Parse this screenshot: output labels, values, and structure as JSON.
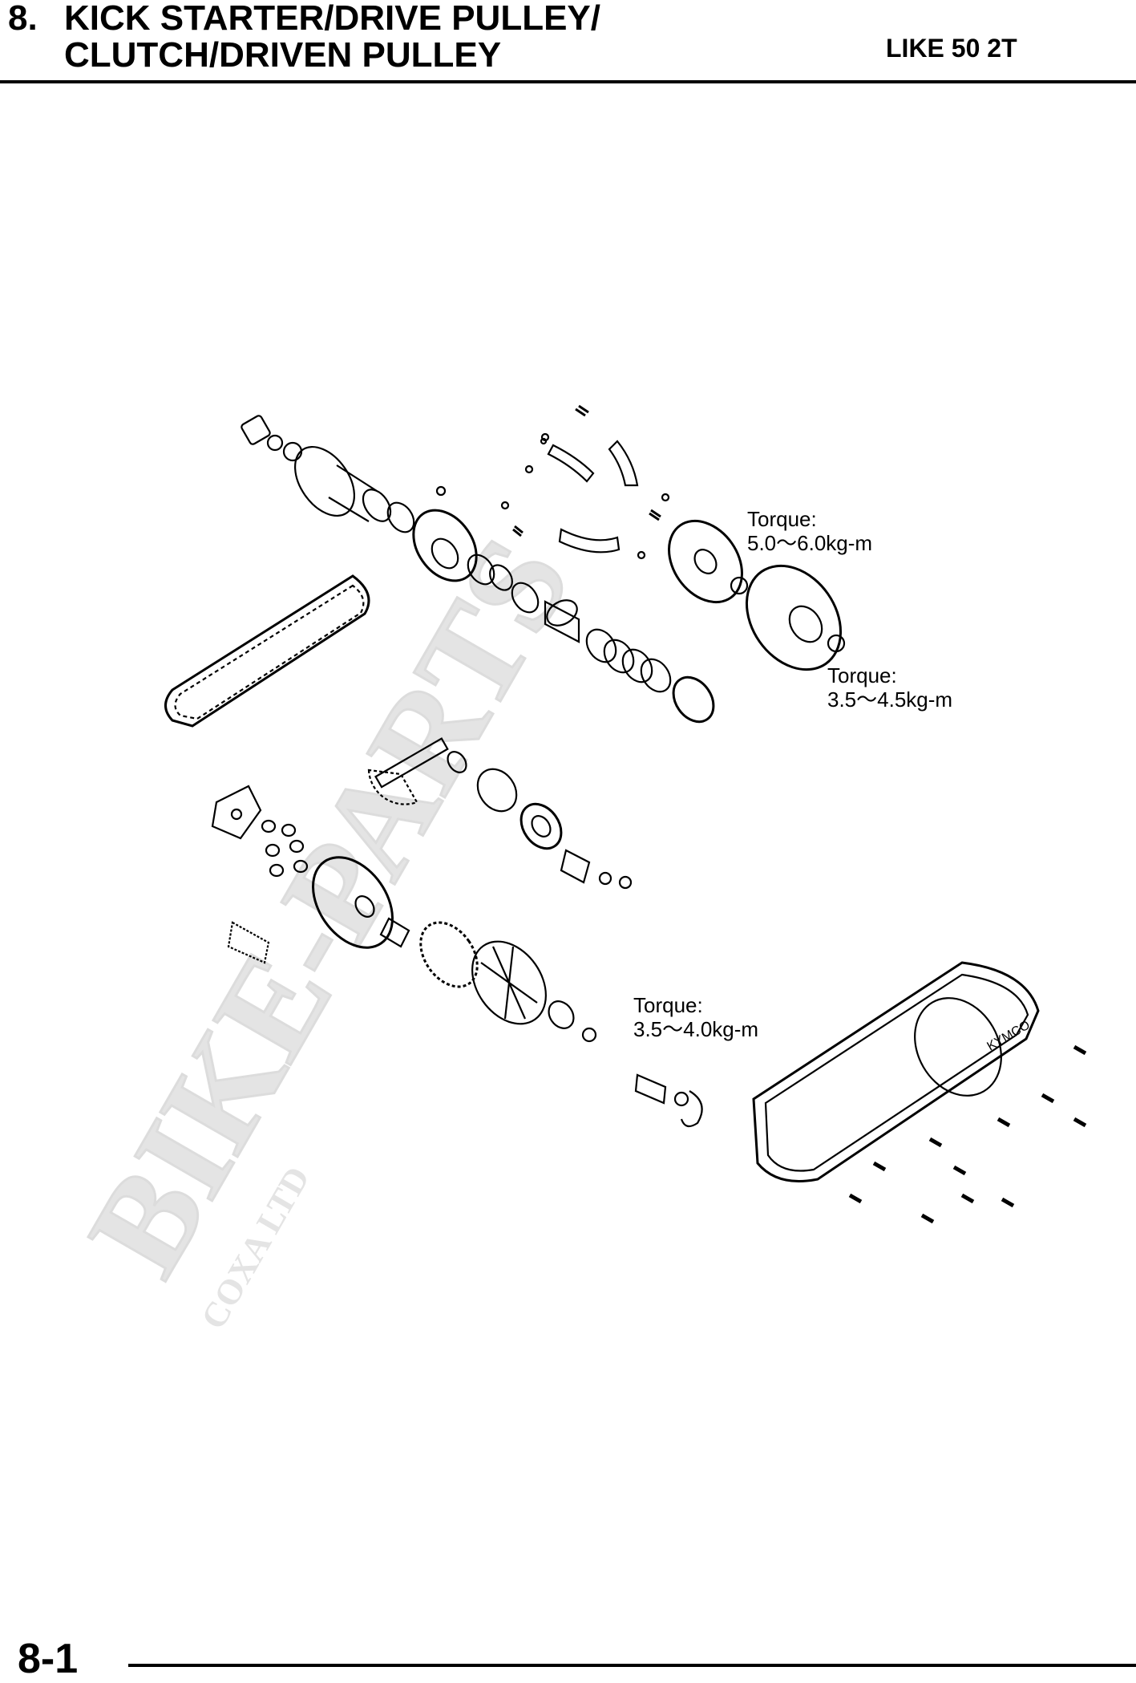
{
  "header": {
    "section_number": "8.",
    "title_line1": "KICK STARTER/DRIVE PULLEY/",
    "title_line2": "CLUTCH/DRIVEN PULLEY",
    "model": "LIKE 50 2T"
  },
  "annotations": [
    {
      "label": "Torque:",
      "value": "5.0～6.0kg-m"
    },
    {
      "label": "Torque:",
      "value": "3.5～4.5kg-m"
    },
    {
      "label": "Torque:",
      "value": "3.5～4.0kg-m"
    }
  ],
  "cover_brand": "KYMCO",
  "watermark": {
    "main": "BIKE-PARTS",
    "sub": "COXA LTD"
  },
  "footer": {
    "page_number": "8-1"
  }
}
